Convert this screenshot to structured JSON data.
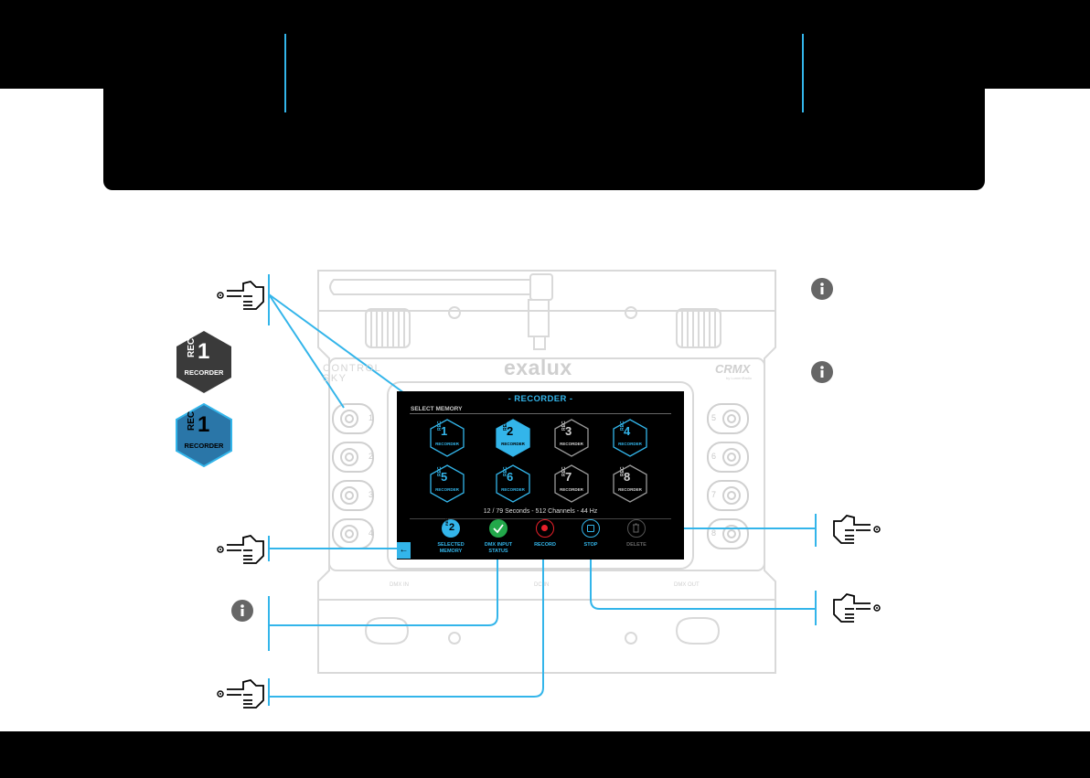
{
  "screen": {
    "title": "- RECORDER -",
    "subtitle": "SELECT MEMORY",
    "memories": [
      {
        "rec": "REC",
        "num": "1",
        "label": "RECORDER",
        "state": "available"
      },
      {
        "rec": "REC",
        "num": "2",
        "label": "RECORDER",
        "state": "selected"
      },
      {
        "rec": "REC",
        "num": "3",
        "label": "RECORDER",
        "state": "empty"
      },
      {
        "rec": "REC",
        "num": "4",
        "label": "RECORDER",
        "state": "available"
      },
      {
        "rec": "REC",
        "num": "5",
        "label": "RECORDER",
        "state": "available"
      },
      {
        "rec": "REC",
        "num": "6",
        "label": "RECORDER",
        "state": "available"
      },
      {
        "rec": "REC",
        "num": "7",
        "label": "RECORDER",
        "state": "empty"
      },
      {
        "rec": "REC",
        "num": "8",
        "label": "RECORDER",
        "state": "empty"
      }
    ],
    "info_line": "12 /   79 Seconds  -  512 Channels  -   44 Hz",
    "selected_memory": {
      "rec": "REC",
      "num": "2",
      "label": "SELECTED\nMEMORY"
    },
    "dmx_input_status": {
      "label": "DMX INPUT\nSTATUS"
    },
    "record": {
      "label": "RECORD"
    },
    "stop": {
      "label": "STOP"
    },
    "delete": {
      "label": "DELETE"
    },
    "back_icon": "arrow-left-icon"
  },
  "device": {
    "brand": "exalux",
    "control_sky": "CONTROL\nSKY",
    "crmx": "CRMX",
    "crmx_sub": "by LumenRadio",
    "left_buttons": [
      "1",
      "2",
      "3",
      "4"
    ],
    "right_buttons": [
      "5",
      "6",
      "7",
      "8"
    ],
    "ports": {
      "dmx_in": "DMX IN",
      "dc_in": "DC IN",
      "dmx_out": "DMX OUT"
    }
  },
  "legend": {
    "available": {
      "rec": "REC",
      "num": "1",
      "label": "RECORDER"
    },
    "recorded": {
      "rec": "REC",
      "num": "1",
      "label": "RECORDER"
    }
  },
  "icons": {
    "pointer": "pointing-hand-icon",
    "info": "info-icon"
  },
  "colors": {
    "accent": "#33b5ea",
    "green": "#22a84a",
    "red": "#e8202a",
    "dark_hex": "#3a3a3a",
    "black": "#000000"
  }
}
